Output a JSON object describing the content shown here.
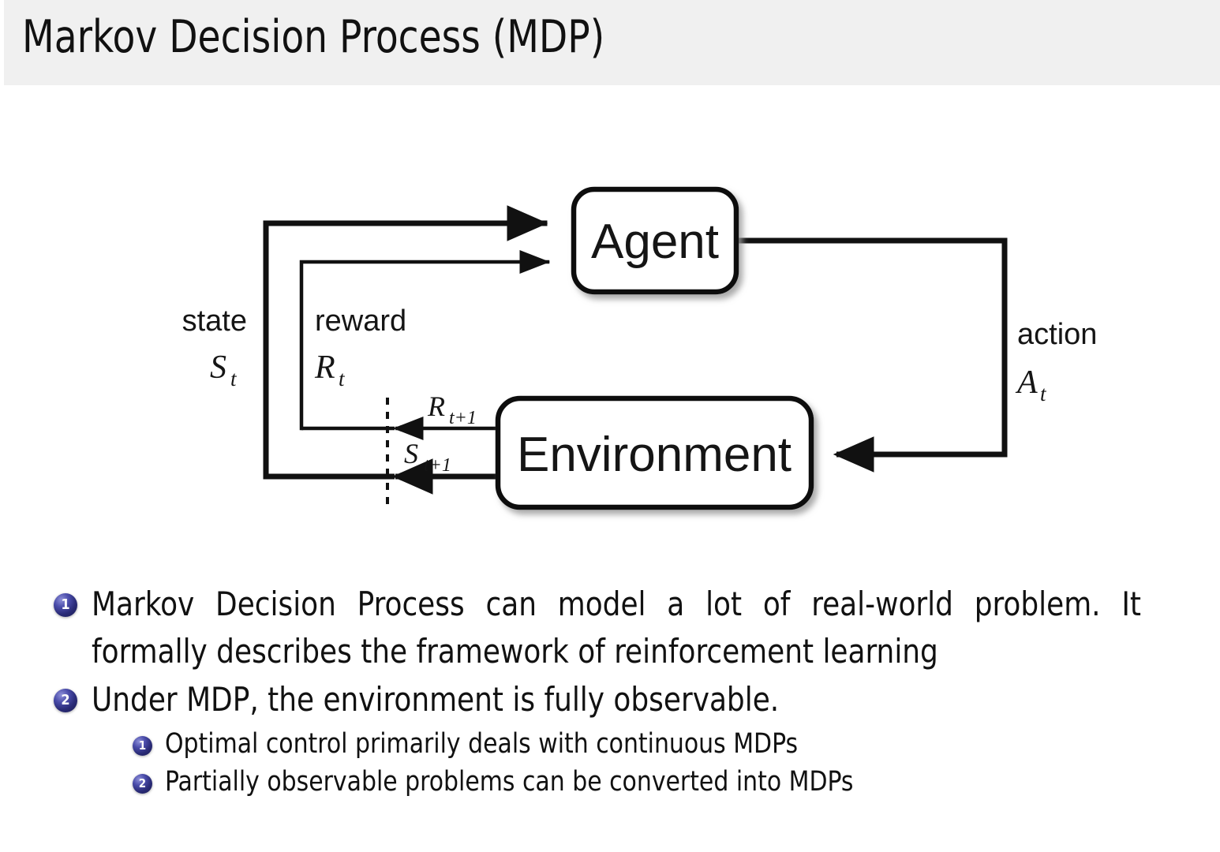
{
  "slide": {
    "title": "Markov Decision Process (MDP)",
    "header_bg": "#f0f0f0",
    "text_color": "#111111",
    "bullet_color": "#2a2b77"
  },
  "diagram": {
    "name": "agent-environment-interaction-loop",
    "nodes": [
      {
        "id": "agent",
        "label": "Agent"
      },
      {
        "id": "environment",
        "label": "Environment"
      }
    ],
    "labels": {
      "state_word": "state",
      "state_sym": "S",
      "state_sub": "t",
      "reward_word": "reward",
      "reward_sym": "R",
      "reward_sub": "t",
      "action_word": "action",
      "action_sym": "A",
      "action_sub": "t",
      "reward_next_sym": "R",
      "reward_next_sub": "t+1",
      "state_next_sym": "S",
      "state_next_sub": "t+1"
    }
  },
  "bullets": [
    {
      "level": 1,
      "marker": "1",
      "text": "Markov Decision Process can model a lot of real-world problem. It formally describes the framework of reinforcement learning"
    },
    {
      "level": 1,
      "marker": "2",
      "text": "Under MDP, the environment is fully observable."
    },
    {
      "level": 2,
      "marker": "1",
      "text": "Optimal control primarily deals with continuous MDPs"
    },
    {
      "level": 2,
      "marker": "2",
      "text": "Partially observable problems can be converted into MDPs"
    }
  ]
}
